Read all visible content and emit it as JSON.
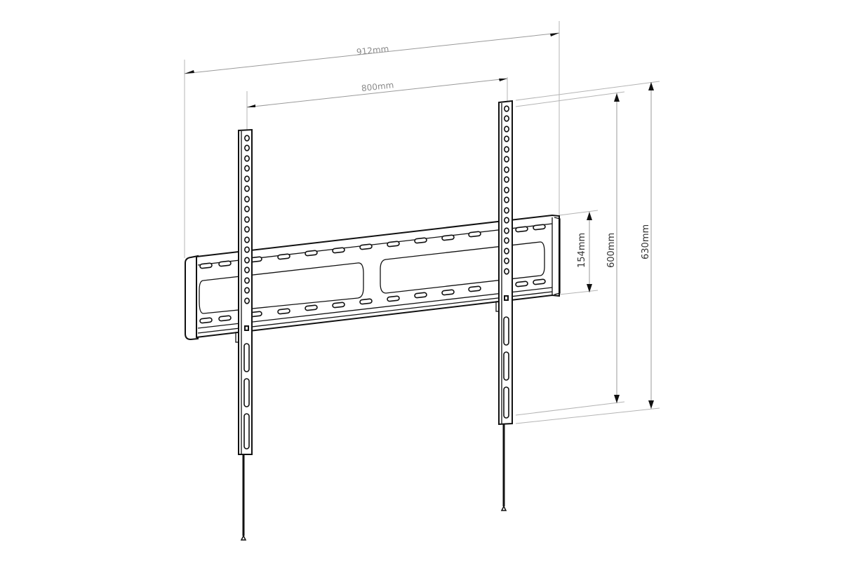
{
  "diagram": {
    "subject": "Flat TV wall mount bracket",
    "dimensions": {
      "overall_width": "912mm",
      "vesa_width": "800mm",
      "plate_height": "154mm",
      "vesa_height": "600mm",
      "overall_height": "630mm"
    },
    "parts": {
      "wall_plate": "wall-plate",
      "left_arm": "left-vertical-arm",
      "right_arm": "right-vertical-arm",
      "left_cord": "left-safety-cord",
      "right_cord": "right-safety-cord"
    },
    "colors": {
      "line": "#111111",
      "dimension_line": "#9a9a9a",
      "dimension_text": "#8a8a8a",
      "background": "#ffffff"
    }
  }
}
